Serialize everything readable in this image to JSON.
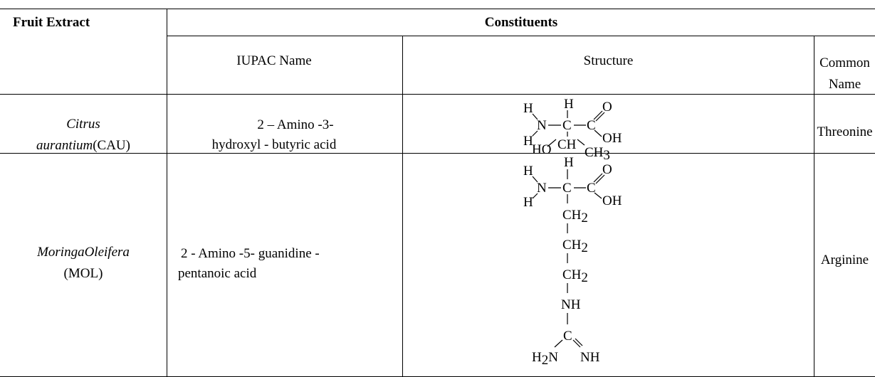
{
  "table": {
    "header": {
      "col1": "Fruit Extract",
      "group": "Constituents"
    },
    "subheader": {
      "iupac": "IUPAC Name",
      "structure": "Structure",
      "common_line1": "Common",
      "common_line2": "Name"
    },
    "rows": [
      {
        "extract_italic": "Citrus",
        "extract_line2_italic": "aurantium",
        "extract_line2_code": "(CAU)",
        "iupac_line1": "2 – Amino -3-",
        "iupac_line2": "hydroxyl - butyric acid",
        "common": "Threonine",
        "structure_labels": {
          "h1": "H",
          "h2": "H",
          "n": "N",
          "c1": "C",
          "c2": "C",
          "o": "O",
          "oh": "OH",
          "h3": "H",
          "ch": "CH",
          "ho": "HO",
          "ch3": "CH",
          "ch3_sub": "3"
        }
      },
      {
        "extract_italic": "MoringaOleifera",
        "extract_line2_code": "(MOL)",
        "iupac_line1": "2 - Amino -5- guanidine -",
        "iupac_line2": "pentanoic acid",
        "common": "Arginine",
        "structure_labels": {
          "h1": "H",
          "h2": "H",
          "n": "N",
          "c1": "C",
          "c2": "C",
          "o": "O",
          "oh": "OH",
          "h3": "H",
          "ch2a": "CH",
          "ch2b": "CH",
          "ch2c": "CH",
          "sub2": "2",
          "nh": "NH",
          "c3": "C",
          "h2n": "H",
          "h2n_sub": "2",
          "h2n_n": "N",
          "nh2": "NH"
        }
      }
    ]
  }
}
